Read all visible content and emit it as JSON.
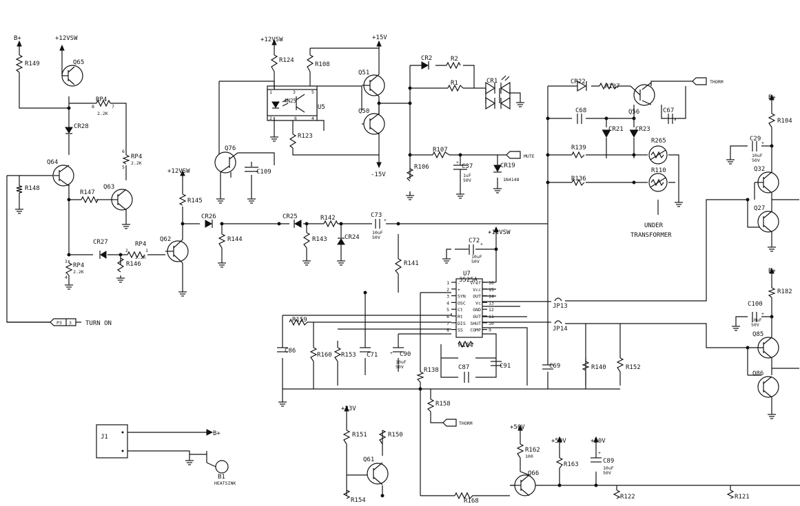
{
  "rails": {
    "vsw": "+12VSW",
    "v15": "+15V",
    "vneg15": "-15V",
    "v23": "+23V",
    "v50": "+50V",
    "bplus": "B+"
  },
  "labels": {
    "turn_on": "TURN ON",
    "thorm": "THORM",
    "mute": "MUTE",
    "under": "UNDER",
    "transformer": "TRANSFORMER",
    "heatsink": "HEATSINK",
    "p3": "P3",
    "p3_pin": "3",
    "u5_part": "4N25",
    "u5_ref": "U5",
    "u7_ref": "U7",
    "u7_part": "3525A",
    "j1": "J1",
    "b1": "B1",
    "jp13": "JP13",
    "jp14": "JP14",
    "diode_1n4148": "1N4148"
  },
  "transistors": {
    "q65": "Q65",
    "q64": "Q64",
    "q63": "Q63",
    "q62": "Q62",
    "q76": "Q76",
    "q51": "Q51",
    "q50": "Q50",
    "q56": "Q56",
    "q32": "Q32",
    "q27": "Q27",
    "q85": "Q85",
    "q86": "Q86",
    "q61": "Q61",
    "q66": "Q66"
  },
  "resistors": {
    "r149": "R149",
    "r148": "R148",
    "r147": "R147",
    "r146": "R146",
    "r145": "R145",
    "r144": "R144",
    "r143": "R143",
    "r142": "R142",
    "r141": "R141",
    "r124": "R124",
    "r123": "R123",
    "r108": "R108",
    "r106": "R106",
    "r107": "R107",
    "r1": "R1",
    "r2": "R2",
    "r137": "R137",
    "r139": "R139",
    "r136": "R136",
    "r265": "R265",
    "r110": "R110",
    "r104": "R104",
    "r182": "R182",
    "r159": "R159",
    "r160": "R160",
    "r153": "R153",
    "r164": "R164",
    "r138": "R138",
    "r140": "R140",
    "r152": "R152",
    "r158": "R158",
    "r151": "R151",
    "r150": "R150",
    "r154": "R154",
    "r168": "R168",
    "r162": "R162",
    "r162_val": "100",
    "r163": "R163",
    "r122": "R122",
    "r121": "R121"
  },
  "resistor_packs": {
    "rp4_top": "RP4",
    "rp4_top_val": "2.2K",
    "rp4_right": "RP4",
    "rp4_right_val": "2.2K",
    "rp4_mid": "RP4",
    "rp4_mid_val": "2.2K",
    "rp4_left": "RP4",
    "rp4_left_val": "2.2K"
  },
  "capacitors": {
    "c109": "C109",
    "c37": "C37",
    "c37_val1": "1uF",
    "c37_val2": "50V",
    "c68": "C68",
    "c67": "C67",
    "c29": "C29",
    "c29_val1": "10uF",
    "c29_val2": "50V",
    "c73": "C73",
    "c73_val1": "10uF",
    "c73_val2": "50V",
    "c72": "C72",
    "c72_val1": "10uF",
    "c72_val2": "50V",
    "c100": "C100",
    "c100_val1": "10uF",
    "c100_val2": "50V",
    "c86": "C86",
    "c71": "C71",
    "c90": "C90",
    "c90_val1": "10uF",
    "c90_val2": "50V",
    "c87": "C87",
    "c91": "C91",
    "c69": "C69",
    "c89": "C89",
    "c89_val1": "10uF",
    "c89_val2": "50V"
  },
  "diodes": {
    "cr28": "CR28",
    "cr27": "CR27",
    "cr26": "CR26",
    "cr25": "CR25",
    "cr24": "CR24",
    "cr2": "CR2",
    "cr1": "CR1",
    "cr19": "CR19",
    "cr22": "CR22",
    "cr21": "CR21",
    "cr23": "CR23"
  },
  "u5_pins": [
    "1",
    "5",
    "4",
    "6",
    "2"
  ],
  "u7_left_pins": [
    {
      "n": "1",
      "name": "-"
    },
    {
      "n": "2",
      "name": "+"
    },
    {
      "n": "3",
      "name": "SYN"
    },
    {
      "n": "4",
      "name": "OSC"
    },
    {
      "n": "5",
      "name": "Ct"
    },
    {
      "n": "6",
      "name": "Rt"
    },
    {
      "n": "7",
      "name": "DIS"
    },
    {
      "n": "8",
      "name": "SS"
    }
  ],
  "u7_right_pins": [
    {
      "n": "16",
      "name": "Vref"
    },
    {
      "n": "15",
      "name": "Vcc"
    },
    {
      "n": "14",
      "name": "OUT"
    },
    {
      "n": "13",
      "name": "Vc"
    },
    {
      "n": "12",
      "name": "GND"
    },
    {
      "n": "11",
      "name": "OUT"
    },
    {
      "n": "10",
      "name": "SHUT"
    },
    {
      "n": "9",
      "name": "COMP"
    }
  ],
  "pin_numbers": {
    "rp4_top_a": "8",
    "rp4_top_b": "7",
    "rp4_right_a": "6",
    "rp4_right_b": "5",
    "rp4_mid_a": "2",
    "rp4_mid_b": "1",
    "rp4_left_a": "3",
    "rp4_left_b": "4",
    "u5_p3": "3"
  }
}
